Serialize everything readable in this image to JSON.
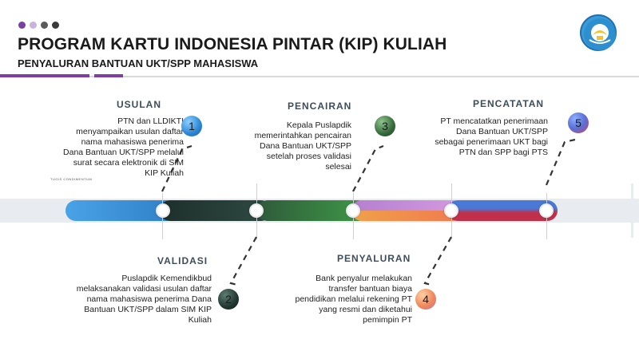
{
  "dots": [
    "#7b3fa6",
    "#c8b3dd",
    "#7a7a7a",
    "#4a4a4a"
  ],
  "header": {
    "title": "PROGRAM KARTU INDONESIA PINTAR (KIP) KULIAH",
    "subtitle": "PENYALURAN BANTUAN UKT/SPP MAHASISWA"
  },
  "small_note": "TUGIS CONDIMENTUM",
  "steps": [
    {
      "number": "1",
      "heading": "USULAN",
      "description": [
        "PTN dan LLDIKTI",
        "menyampaikan usulan daftar",
        "nama mahasiswa penerima",
        "Dana Bantuan UKT/SPP melalui",
        "surat secara elektronik di SIM",
        "KIP Kuliah"
      ]
    },
    {
      "number": "2",
      "heading": "VALIDASI",
      "description": [
        "Puslapdik Kemendikbud",
        "melaksanakan validasi usulan daftar",
        "nama mahasiswa penerima Dana",
        "Bantuan UKT/SPP dalam SIM KIP",
        "Kuliah"
      ]
    },
    {
      "number": "3",
      "heading": "PENCAIRAN",
      "description": [
        "Kepala Puslapdik",
        "memerintahkan pencairan",
        "Dana Bantuan UKT/SPP",
        "setelah proses validasi",
        "selesai"
      ]
    },
    {
      "number": "4",
      "heading": "PENYALURAN",
      "description": [
        "Bank penyalur melakukan",
        "transfer bantuan biaya",
        "pendidikan melalui rekening PT",
        "yang resmi dan diketahui",
        "pemimpin PT"
      ]
    },
    {
      "number": "5",
      "heading": "PENCATATAN",
      "description": [
        "PT mencatatkan penerimaan",
        "Dana Bantuan UKT/SPP",
        "sebagai penerimaan UKT bagi",
        "PTN dan SPP bagi PTS"
      ]
    }
  ],
  "colors": {
    "accent": "#7b3fa6",
    "seg1": "#3a8fd6",
    "seg2": "#2a3f3a",
    "seg3": "#3c8a44",
    "seg4": "#c98ad6",
    "seg5": "#ef8a4a",
    "seg6": "#c0304a"
  }
}
